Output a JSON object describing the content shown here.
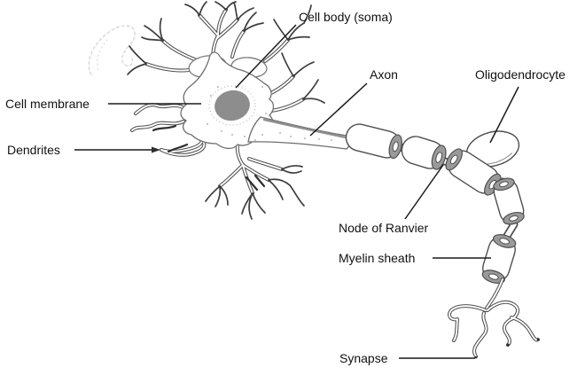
{
  "labels": {
    "cell_body": "Cell body (soma)",
    "axon": "Axon",
    "oligodendrocyte": "Oligodendrocyte",
    "cell_membrane": "Cell membrane",
    "dendrites": "Dendrites",
    "node_of_ranvier": "Node of Ranvier",
    "myelin_sheath": "Myelin sheath",
    "synapse": "Synapse"
  },
  "colors": {
    "background": "#ffffff",
    "line": "#1a1a1a",
    "outline": "#4f4f4f",
    "soma_outline": "#6e6e6e",
    "nucleus": "#8d8d8d",
    "myelin_ring": "#9a9a9a",
    "ghost": "#d8d8d8",
    "text": "#111111"
  }
}
